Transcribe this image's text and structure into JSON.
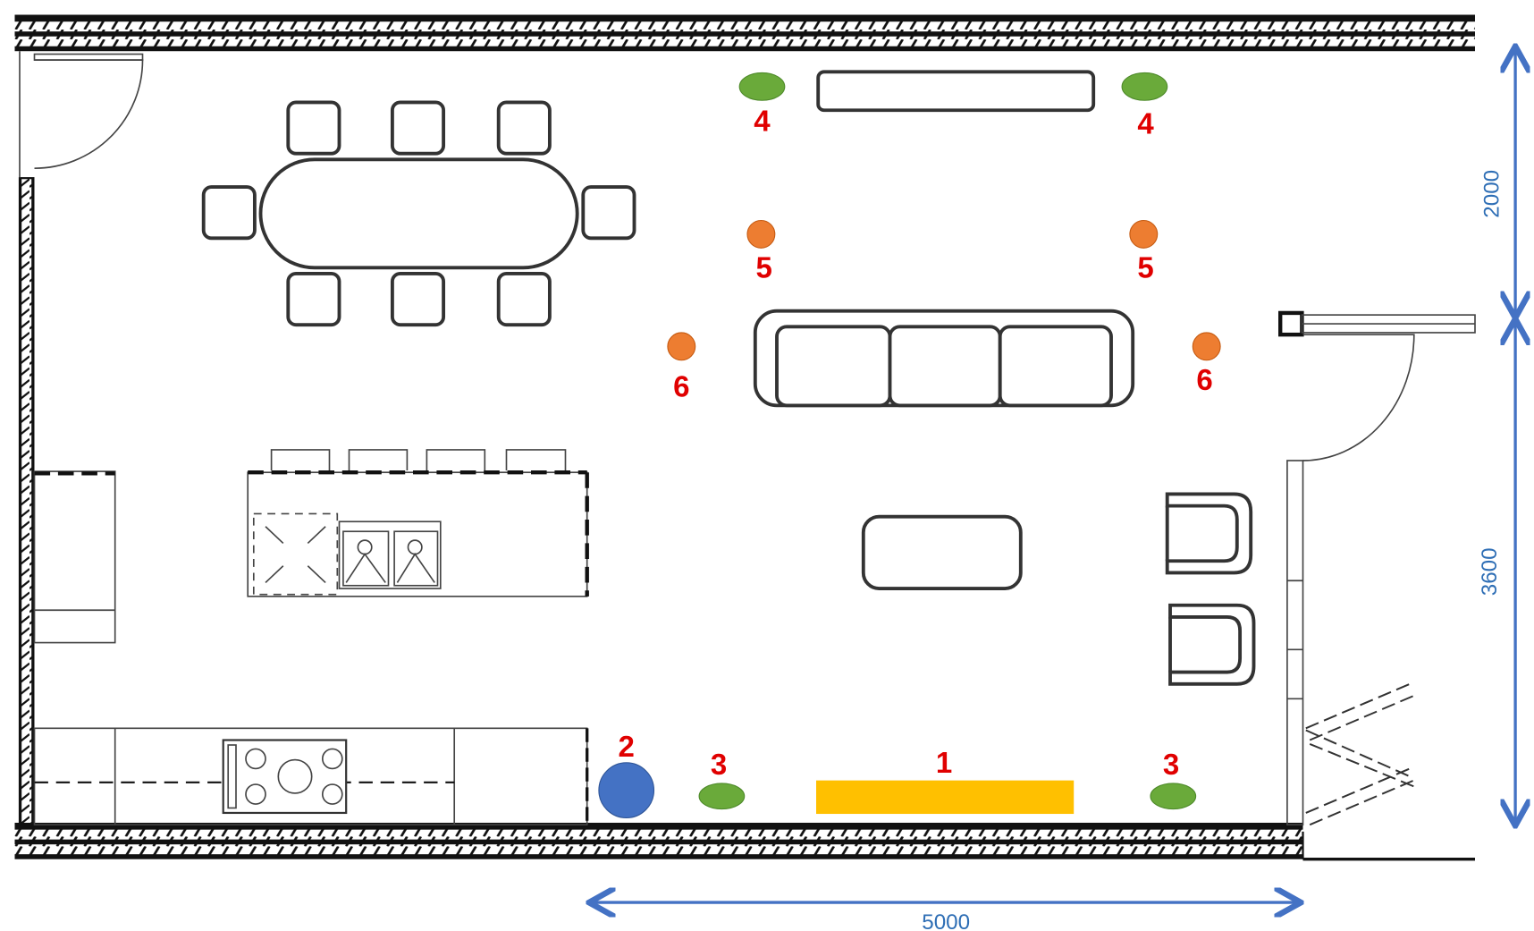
{
  "colors": {
    "marker_green": "#6aaa3a",
    "marker_orange": "#ed7d31",
    "marker_blue": "#4472c4",
    "marker_yellow": "#ffc000",
    "label_red": "#e00000",
    "dimension_blue": "#2e6eb5"
  },
  "markers": {
    "m1": "1",
    "m2": "2",
    "m3a": "3",
    "m3b": "3",
    "m4a": "4",
    "m4b": "4",
    "m5a": "5",
    "m5b": "5",
    "m6a": "6",
    "m6b": "6"
  },
  "dimensions": {
    "upper_height": "2000",
    "lower_height": "3600",
    "width": "5000"
  }
}
